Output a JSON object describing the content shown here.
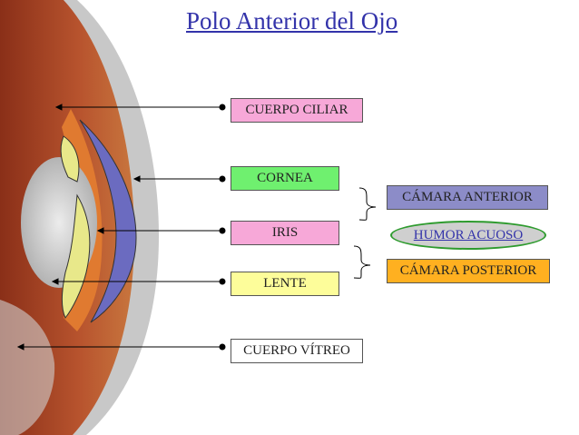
{
  "title": "Polo Anterior del Ojo",
  "labels": {
    "cuerpo_ciliar": "CUERPO CILIAR",
    "cornea": "CORNEA",
    "iris": "IRIS",
    "lente": "LENTE",
    "cuerpo_vitreo": "CUERPO VÍTREO",
    "camara_anterior": "CÁMARA ANTERIOR",
    "humor_acuoso": "HUMOR ACUOSO",
    "camara_posterior": "CÁMARA POSTERIOR"
  },
  "colors": {
    "title": "#3333aa",
    "cuerpo_ciliar_bg": "#f7a8d8",
    "cornea_bg": "#6ff06f",
    "iris_bg": "#f7a8d8",
    "lente_bg": "#fdfd9a",
    "camara_anterior_bg": "#8c8cc8",
    "humor_acuoso_bg": "#cfcfcf",
    "camara_posterior_bg": "#ffb020",
    "eye_tissue": "#b8542e",
    "cornea_shape": "#6b6bc0",
    "lens_shape": "#e8e88a"
  }
}
